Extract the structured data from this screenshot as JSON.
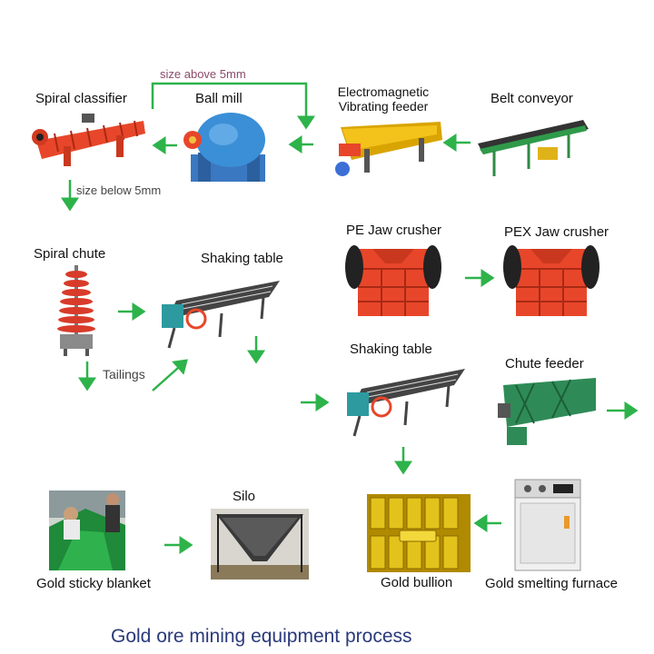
{
  "title": "Gold ore mining equipment process",
  "colors": {
    "arrow": "#2db34a",
    "loop_line": "#2db34a",
    "steel": "#e8462a",
    "drum": "#3b8fd6",
    "gold": "#d9b200"
  },
  "stages": {
    "spiral_classifier": {
      "label": "Spiral classifier",
      "icon": "spiral-classifier-icon"
    },
    "ball_mill": {
      "label": "Ball mill",
      "icon": "ball-mill-icon"
    },
    "vibrating_feeder": {
      "label": "Electromagnetic Vibrating feeder",
      "icon": "vibrating-feeder-icon"
    },
    "belt_conveyor": {
      "label": "Belt conveyor",
      "icon": "belt-conveyor-icon"
    },
    "spiral_chute": {
      "label": "Spiral chute",
      "icon": "spiral-chute-icon"
    },
    "shaking_table_1": {
      "label": "Shaking table",
      "icon": "shaking-table-icon"
    },
    "pe_jaw_crusher": {
      "label": "PE Jaw crusher",
      "icon": "jaw-crusher-icon"
    },
    "pex_jaw_crusher": {
      "label": "PEX Jaw crusher",
      "icon": "jaw-crusher-icon"
    },
    "shaking_table_2": {
      "label": "Shaking table",
      "icon": "shaking-table-icon"
    },
    "chute_feeder": {
      "label": "Chute feeder",
      "icon": "chute-feeder-icon"
    },
    "gold_sticky_blanket": {
      "label": "Gold sticky blanket",
      "icon": "sticky-blanket-icon"
    },
    "silo": {
      "label": "Silo",
      "icon": "silo-icon"
    },
    "gold_bullion": {
      "label": "Gold bullion",
      "icon": "gold-bullion-icon"
    },
    "gold_smelting_furnace": {
      "label": "Gold smelting furnace",
      "icon": "smelting-furnace-icon"
    }
  },
  "notes": {
    "size_above": "size above 5mm",
    "size_below": "size below 5mm",
    "tailings": "Tailings"
  }
}
